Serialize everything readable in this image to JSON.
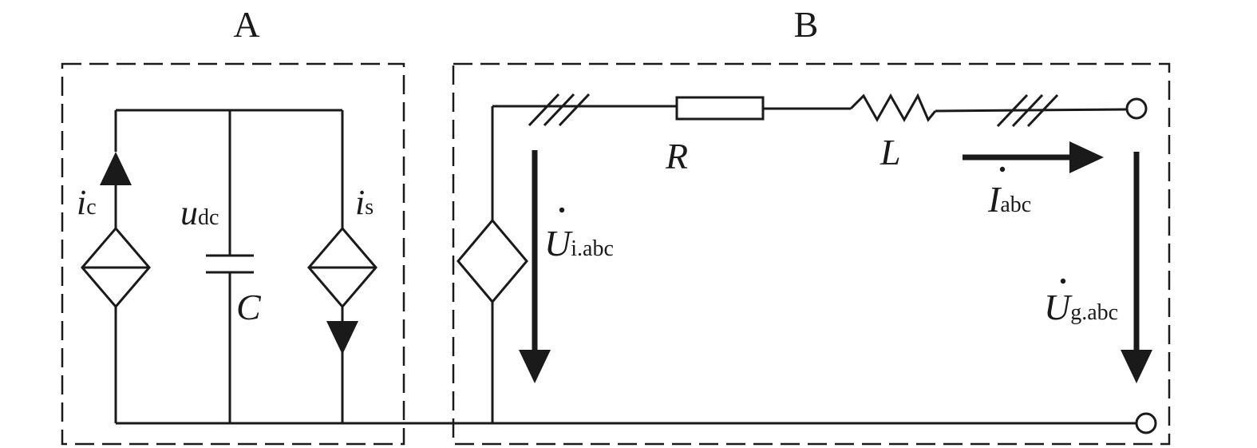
{
  "regions": {
    "a": {
      "label": "A"
    },
    "b": {
      "label": "B"
    }
  },
  "components": {
    "capacitor": {
      "voltage_symbol": "u",
      "voltage_sub": "dc",
      "name": "C"
    },
    "resistor": {
      "name": "R"
    },
    "inductor": {
      "name": "L"
    },
    "source_ic": {
      "symbol": "i",
      "sub": "c"
    },
    "source_is": {
      "symbol": "i",
      "sub": "s"
    }
  },
  "quantities": {
    "u_inv": {
      "symbol": "U",
      "sub": "i.abc"
    },
    "i_abc": {
      "symbol": "I",
      "sub": "abc"
    },
    "u_grid": {
      "symbol": "U",
      "sub": "g.abc"
    }
  },
  "colors": {
    "ink": "#1a1a1a",
    "background": "#ffffff"
  }
}
